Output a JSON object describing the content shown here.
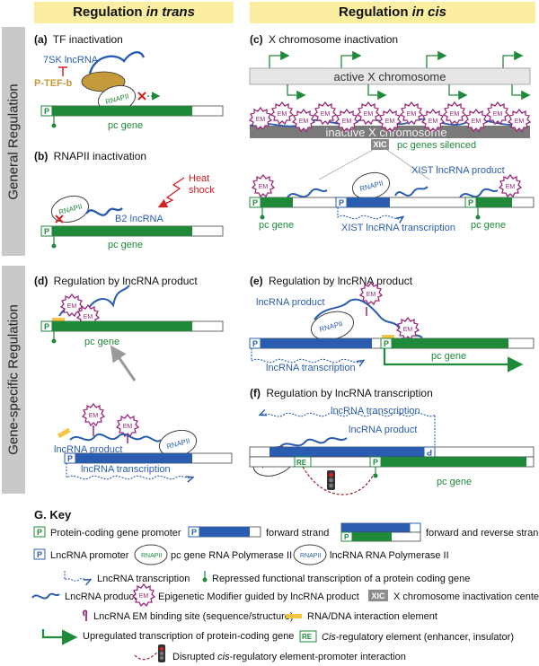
{
  "header_trans": {
    "prefix": "Regulation ",
    "emph": "in trans"
  },
  "header_cis": {
    "prefix": "Regulation ",
    "emph": "in cis"
  },
  "side_general": "General Regulation",
  "side_gene_specific": "Gene-specific  Regulation",
  "panel_a": {
    "letter": "(a)",
    "title": "TF inactivation",
    "lncrna": "7SK lncRNA",
    "ptefb": "P-TEF-b",
    "rnapii": "RNAPII",
    "gene": "pc gene",
    "promoter": "P"
  },
  "panel_b": {
    "letter": "(b)",
    "title": "RNAPII inactivation",
    "heat1": "Heat",
    "heat2": "shock",
    "lncrna": "B2 lncRNA",
    "rnapii": "RNAPII",
    "gene": "pc gene",
    "promoter": "P"
  },
  "panel_c": {
    "letter": "(c)",
    "title": "X chromosome inactivation",
    "active": "active X chromosome",
    "inactive": "inactive X chromosome",
    "xic": "XIC",
    "silenced": "pc genes silenced",
    "xist_product": "XIST lncRNA product",
    "xist_transcription": "XIST lncRNA transcription",
    "gene_left": "pc gene",
    "gene_right": "pc gene",
    "rnapii": "RNAPII",
    "em": "EM",
    "promoter": "P"
  },
  "panel_d": {
    "letter": "(d)",
    "title": "Regulation by lncRNA product",
    "gene": "pc gene",
    "product": "lncRNA product",
    "transcription": "lncRNA transcription",
    "rnapii": "RNAPII",
    "em": "EM",
    "promoter": "P"
  },
  "panel_e": {
    "letter": "(e)",
    "title": "Regulation by lncRNA product",
    "product": "lncRNA product",
    "transcription": "lncRNA transcription",
    "gene": "pc gene",
    "rnapii": "RNAPII",
    "em": "EM",
    "promoter": "P"
  },
  "panel_f": {
    "letter": "(f)",
    "title": "Regulation by lncRNA transcription",
    "transcription": "lncRNA transcription",
    "product": "lncRNA product",
    "gene": "pc gene",
    "rnapii": "RNAPII",
    "re": "RE",
    "promoter": "P"
  },
  "key": {
    "title": "G. Key",
    "pc_promoter": "Protein-coding gene promoter",
    "forward_strand": "forward strand",
    "forward_reverse": "forward and reverse strand",
    "lnc_promoter": "LncRNA promoter",
    "pc_pol": "pc gene RNA Polymerase II",
    "lnc_pol": "lncRNA RNA Polymerase II",
    "lnc_transcription": "LncRNA transcription",
    "repressed": "Repressed functional transcription of a protein coding gene",
    "lnc_product": "LncRNA product",
    "em_desc": "Epigenetic Modifier guided by lncRNA product",
    "xic_desc": "X chromosome inactivation center",
    "em_binding": "LncRNA EM binding site (sequence/structure)",
    "rna_dna": "RNA/DNA interaction element",
    "upregulated": "Upregulated transcription of protein-coding gene",
    "cis_elem_prefix": "",
    "cis_elem_emph": "Cis",
    "cis_elem_suffix": "-regulatory element (enhancer, insulator)",
    "disrupted_prefix": "Disrupted ",
    "disrupted_emph": "cis",
    "disrupted_suffix": "-regulatory element-promoter interaction",
    "p": "P",
    "re": "RE",
    "xic": "XIC",
    "em": "EM",
    "rnapii": "RNAPII"
  },
  "colors": {
    "gene_green": "#1f8a3a",
    "lnc_blue": "#2a5db0",
    "em_magenta": "#9c2a78",
    "ptefb_gold": "#c59a3a",
    "header_yellow": "#fbeea0",
    "side_gray": "#c9c9c9",
    "red": "#d22222"
  }
}
